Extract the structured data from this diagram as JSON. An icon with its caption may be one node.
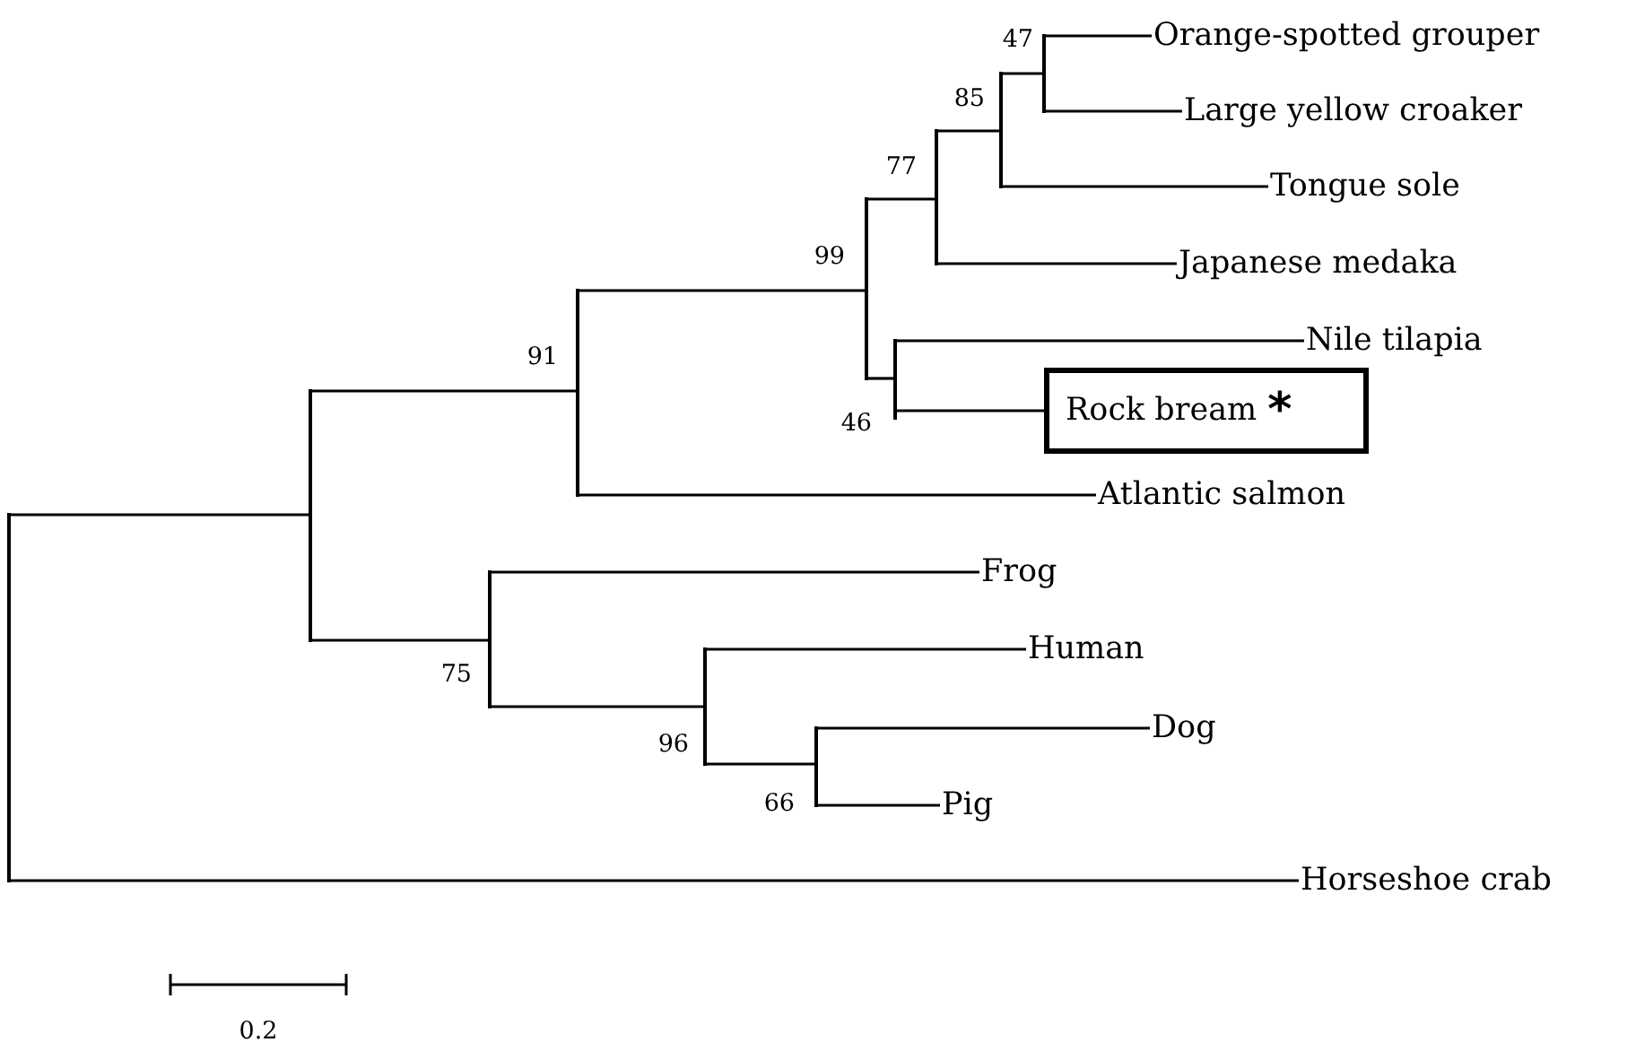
{
  "diagram": {
    "nodes": [
      {
        "text": [],
        "shape": "bar"
      },
      {
        "text": [],
        "shape": "bar"
      },
      {
        "text": [],
        "shape": "bar",
        "beside": [
          "91"
        ]
      },
      {
        "text": [],
        "shape": "bar",
        "beside": [
          "99"
        ]
      },
      {
        "text": [],
        "shape": "bar",
        "beside": [
          "77"
        ]
      },
      {
        "text": [],
        "shape": "bar",
        "beside": [
          "85"
        ]
      },
      {
        "text": [],
        "shape": "bar",
        "beside": [
          "47"
        ]
      },
      {
        "text": [
          "Orange-spotted grouper"
        ]
      },
      {
        "text": [
          "Large yellow croaker"
        ]
      },
      {
        "text": [
          "Tongue sole"
        ]
      },
      {
        "text": [
          "Japanese medaka"
        ]
      },
      {
        "text": [],
        "shape": "bar",
        "beside": [
          "46"
        ]
      },
      {
        "text": [
          "Nile tilapia"
        ]
      },
      {
        "text": [
          "Rock bream",
          "*"
        ]
      },
      {
        "text": [
          "Atlantic salmon"
        ]
      },
      {
        "text": [],
        "shape": "bar",
        "beside": [
          "75"
        ]
      },
      {
        "text": [
          "Frog"
        ]
      },
      {
        "text": [],
        "shape": "bar",
        "beside": [
          "96"
        ]
      },
      {
        "text": [
          "Human"
        ]
      },
      {
        "text": [],
        "shape": "bar",
        "beside": [
          "66"
        ]
      },
      {
        "text": [
          "Dog"
        ]
      },
      {
        "text": [
          "Pig"
        ]
      },
      {
        "text": [
          "Horseshoe crab"
        ]
      }
    ],
    "edges": [
      {
        "from": 0,
        "to": 1,
        "arrow": "none"
      },
      {
        "from": 0,
        "to": 22,
        "arrow": "none"
      },
      {
        "from": 1,
        "to": 2,
        "arrow": "none"
      },
      {
        "from": 1,
        "to": 15,
        "arrow": "none"
      },
      {
        "from": 2,
        "to": 3,
        "arrow": "none"
      },
      {
        "from": 2,
        "to": 14,
        "arrow": "none"
      },
      {
        "from": 3,
        "to": 4,
        "arrow": "none"
      },
      {
        "from": 3,
        "to": 11,
        "arrow": "none"
      },
      {
        "from": 4,
        "to": 5,
        "arrow": "none"
      },
      {
        "from": 4,
        "to": 10,
        "arrow": "none"
      },
      {
        "from": 5,
        "to": 6,
        "arrow": "none"
      },
      {
        "from": 5,
        "to": 9,
        "arrow": "none"
      },
      {
        "from": 6,
        "to": 7,
        "arrow": "none"
      },
      {
        "from": 6,
        "to": 8,
        "arrow": "none"
      },
      {
        "from": 11,
        "to": 12,
        "arrow": "none"
      },
      {
        "from": 11,
        "to": 13,
        "arrow": "none"
      },
      {
        "from": 15,
        "to": 16,
        "arrow": "none"
      },
      {
        "from": 15,
        "to": 17,
        "arrow": "none"
      },
      {
        "from": 17,
        "to": 18,
        "arrow": "none"
      },
      {
        "from": 17,
        "to": 19,
        "arrow": "none"
      },
      {
        "from": 19,
        "to": 20,
        "arrow": "none"
      },
      {
        "from": 19,
        "to": 21,
        "arrow": "none"
      }
    ],
    "labels": [
      "0.2"
    ]
  }
}
